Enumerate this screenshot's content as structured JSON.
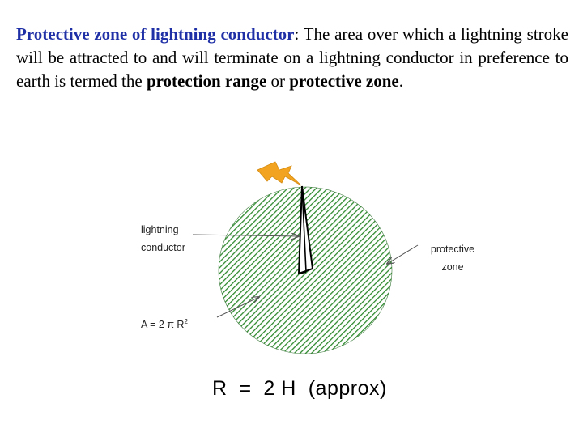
{
  "text": {
    "term": "Protective zone of lightning conductor",
    "colon": ":",
    "definition_1": " The area over which a lightning stroke will be attracted to and will terminate on a lightning conductor in preference to earth is termed the ",
    "bold_1": "protection range",
    "mid": " or ",
    "bold_2": "protective zone",
    "end": "."
  },
  "diagram": {
    "label_conductor_line1": "lightning",
    "label_conductor_line2": "conductor",
    "label_zone_line1": "protective",
    "label_zone_line2": "zone",
    "area_formula_prefix": "A = 2 π R",
    "area_formula_exponent": "2",
    "radius_formula": "R  =  2 H  (approx)",
    "colors": {
      "hatch_green": "#2f8a2f",
      "bolt_orange": "#f2a420",
      "arrow_gray": "#555555"
    }
  }
}
